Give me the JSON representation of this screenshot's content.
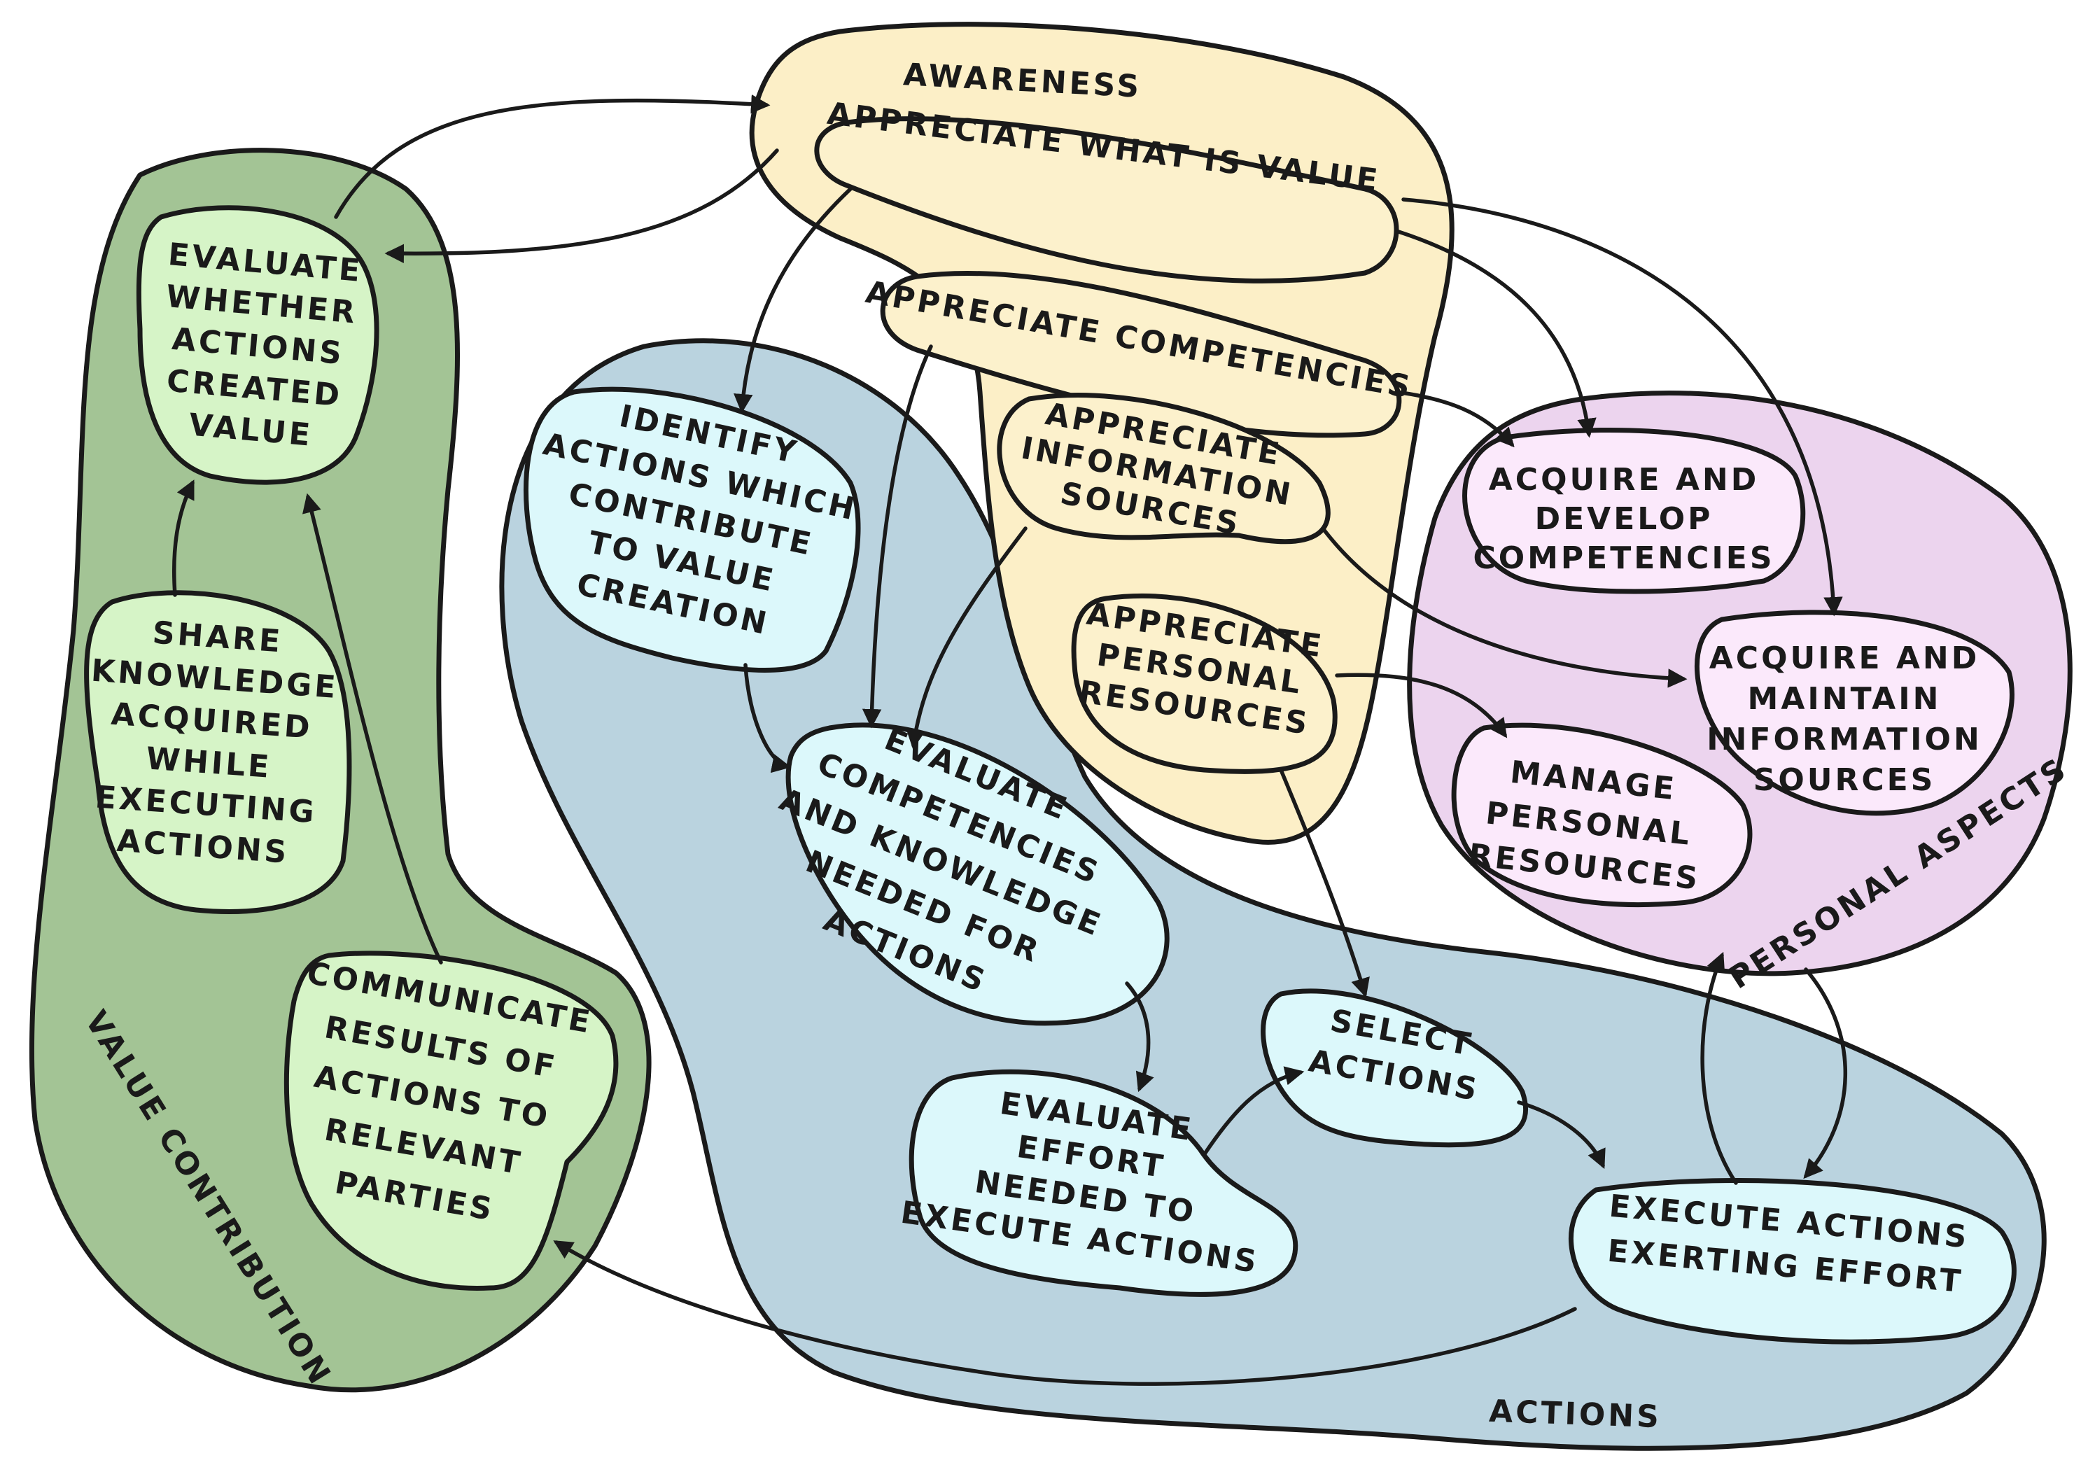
{
  "colors": {
    "value_region": "#a3c495",
    "value_node": "#d6f4c7",
    "awareness_region": "#fcefc7",
    "awareness_node": "#fcf1cc",
    "actions_region": "#bad3df",
    "actions_node": "#dcf8fb",
    "personal_region": "#ecd4ee",
    "personal_node": "#fbe9fb",
    "ink": "#1a1a1a"
  },
  "regions": {
    "awareness": "AWARENESS",
    "actions": "ACTIONS",
    "personal": "PERSONAL ASPECTS",
    "value": "VALUE CONTRIBUTION"
  },
  "nodes": {
    "appreciate_value": [
      "APPRECIATE WHAT IS VALUE"
    ],
    "appreciate_competencies": [
      "APPRECIATE COMPETENCIES"
    ],
    "appreciate_information": [
      "APPRECIATE",
      "INFORMATION",
      "SOURCES"
    ],
    "appreciate_resources": [
      "APPRECIATE",
      "PERSONAL",
      "RESOURCES"
    ],
    "evaluate_value": [
      "EVALUATE",
      "WHETHER",
      "ACTIONS",
      "CREATED",
      "VALUE"
    ],
    "share_knowledge": [
      "SHARE",
      "KNOWLEDGE",
      "ACQUIRED",
      "WHILE",
      "EXECUTING",
      "ACTIONS"
    ],
    "communicate_results": [
      "COMMUNICATE",
      "RESULTS OF",
      "ACTIONS TO",
      "RELEVANT",
      "PARTIES"
    ],
    "identify_actions": [
      "IDENTIFY",
      "ACTIONS WHICH",
      "CONTRIBUTE",
      "TO VALUE",
      "CREATION"
    ],
    "evaluate_competencies": [
      "EVALUATE",
      "COMPETENCIES",
      "AND KNOWLEDGE",
      "NEEDED FOR",
      "ACTIONS"
    ],
    "evaluate_effort": [
      "EVALUATE",
      "EFFORT",
      "NEEDED TO",
      "EXECUTE ACTIONS"
    ],
    "select_actions": [
      "SELECT",
      "ACTIONS"
    ],
    "execute_actions": [
      "EXECUTE ACTIONS",
      "EXERTING EFFORT"
    ],
    "acquire_competencies": [
      "ACQUIRE AND",
      "DEVELOP",
      "COMPETENCIES"
    ],
    "acquire_information": [
      "ACQUIRE AND",
      "MAINTAIN",
      "INFORMATION",
      "SOURCES"
    ],
    "manage_resources": [
      "MANAGE",
      "PERSONAL",
      "RESOURCES"
    ]
  }
}
